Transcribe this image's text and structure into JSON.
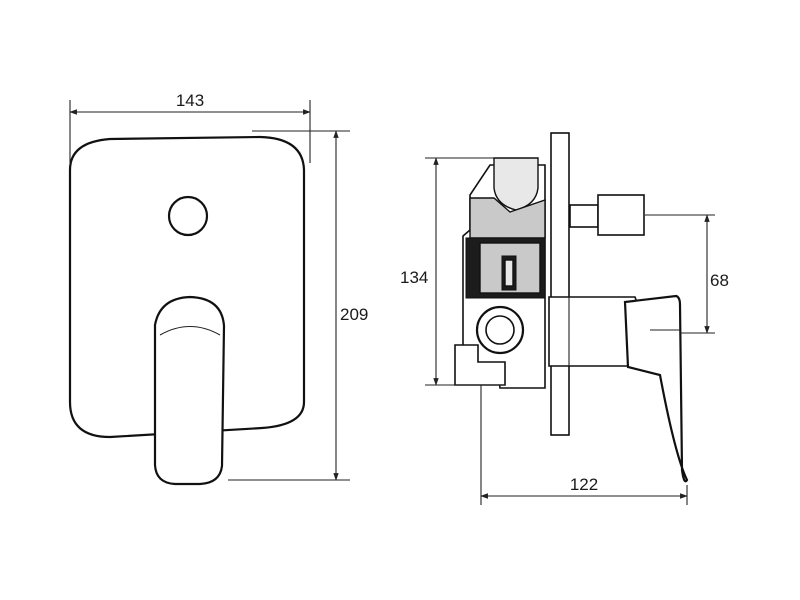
{
  "dimensions": {
    "front_width": "143",
    "front_height": "209",
    "side_height": "134",
    "side_offset": "68",
    "side_depth": "122"
  }
}
